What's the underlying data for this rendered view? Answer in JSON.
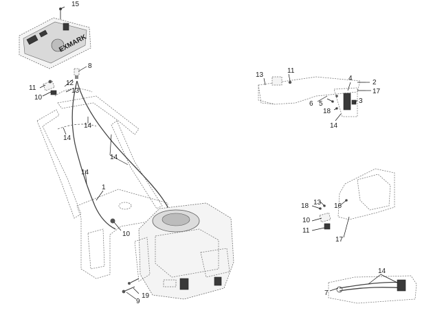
{
  "callouts": {
    "c15": "15",
    "c8": "8",
    "c12": "12",
    "c13a": "13",
    "c11a": "11",
    "c10a": "10",
    "c14a": "14",
    "c14b": "14",
    "c14c": "14",
    "c14d": "14",
    "c1": "1",
    "c10b": "10",
    "c19": "19",
    "c9": "9",
    "c13b": "13",
    "c11b": "11",
    "c4": "4",
    "c2": "2",
    "c17a": "17",
    "c3": "3",
    "c5": "5",
    "c6": "6",
    "c18a": "18",
    "c14e": "14",
    "c18b": "18",
    "c13c": "13",
    "c16": "16",
    "c10c": "10",
    "c11c": "11",
    "c17b": "17",
    "c14f": "14",
    "c7": "7"
  },
  "console_decal": "EXMARK"
}
